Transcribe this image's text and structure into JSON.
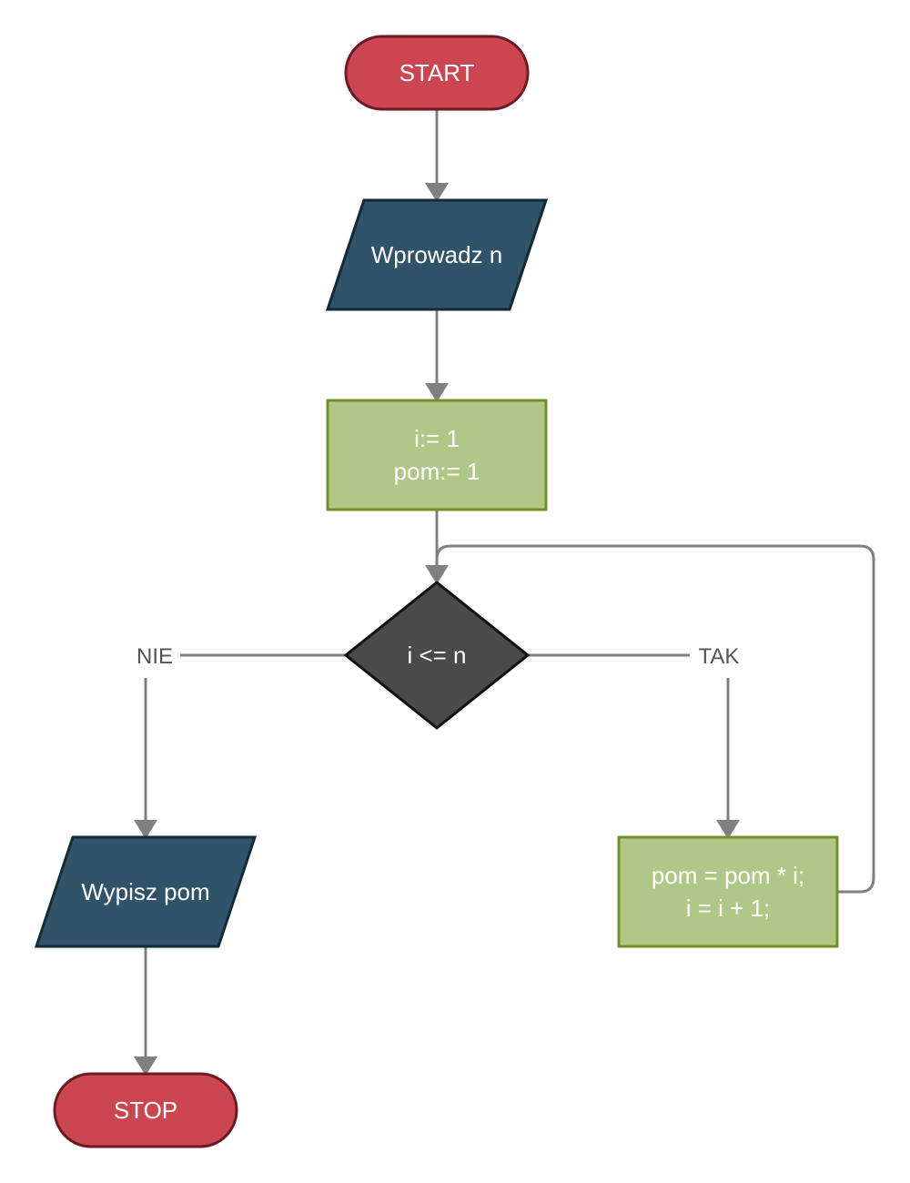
{
  "nodes": {
    "start": {
      "text": "START"
    },
    "input_n": {
      "text": "Wprowadz n"
    },
    "init": {
      "line1": "i:= 1",
      "line2": "pom:= 1"
    },
    "condition": {
      "text": "i <= n"
    },
    "output": {
      "text": "Wypisz pom"
    },
    "stop": {
      "text": "STOP"
    },
    "loop_body": {
      "line1": "pom = pom * i;",
      "line2": "i = i + 1;"
    }
  },
  "edges": {
    "no_label": "NIE",
    "yes_label": "TAK"
  },
  "colors": {
    "terminal_fill": "#cb4650",
    "terminal_stroke": "#6e1a22",
    "io_fill": "#30536a",
    "io_stroke": "#122a38",
    "process_fill": "#b1c788",
    "process_stroke": "#6f902b",
    "decision_fill": "#4a4a4a",
    "decision_stroke": "#111111",
    "connector": "#808080"
  }
}
